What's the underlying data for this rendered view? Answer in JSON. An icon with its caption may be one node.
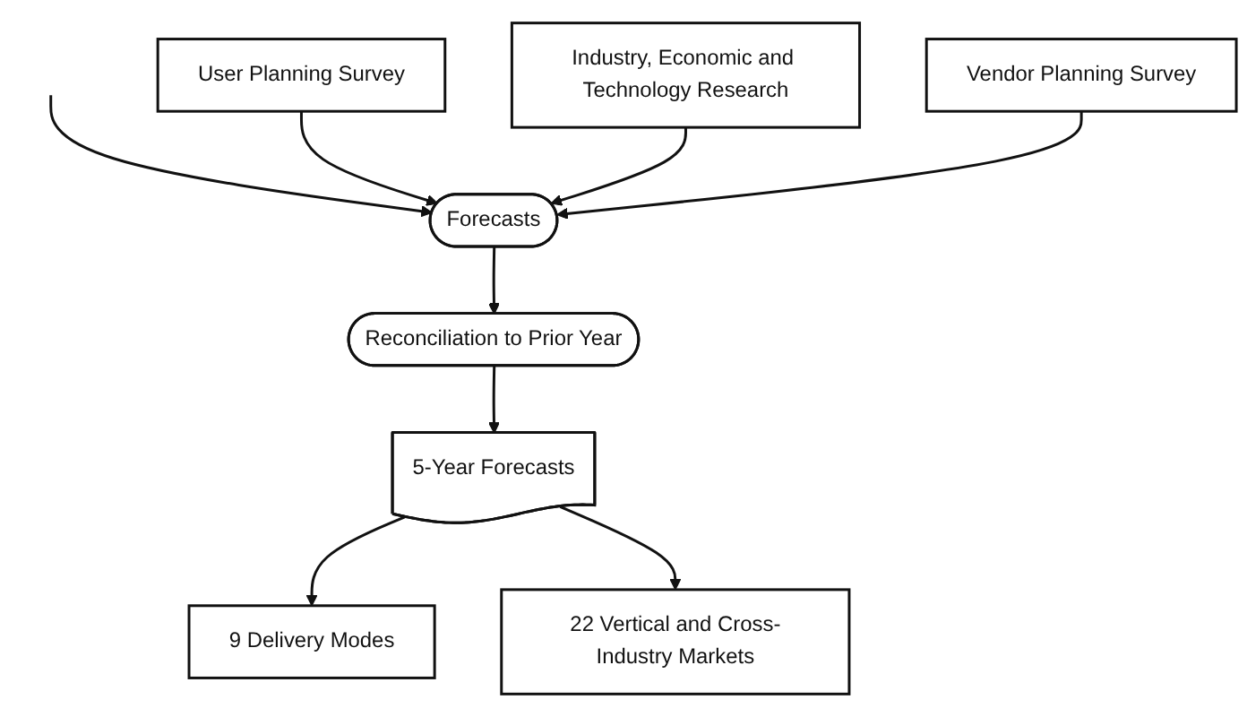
{
  "diagram": {
    "nodes": [
      {
        "text": [
          "User Planning Survey"
        ]
      },
      {
        "text": [
          "Forecasts"
        ]
      },
      {
        "text": [
          "Industry, Economic and Technology Research"
        ]
      },
      {
        "text": [
          "Vendor Planning Survey"
        ]
      },
      {
        "text": [
          "Reconciliation to Prior Year"
        ]
      },
      {
        "text": [
          "9 Delivery Modes"
        ]
      },
      {
        "text": [
          "5-Year Forecasts"
        ]
      },
      {
        "text": [
          "22 Vertical and Cross-Industry Markets"
        ]
      }
    ],
    "edges": [
      {
        "from": null,
        "to": 1,
        "arrow": "to"
      },
      {
        "from": 0,
        "to": 1,
        "arrow": "to"
      },
      {
        "from": 2,
        "to": 1,
        "arrow": "to"
      },
      {
        "from": 3,
        "to": 1,
        "arrow": "to"
      },
      {
        "from": 1,
        "to": 4,
        "arrow": "to"
      },
      {
        "from": 4,
        "to": 6,
        "arrow": "to"
      },
      {
        "from": 6,
        "to": 5,
        "arrow": "to"
      },
      {
        "from": 6,
        "to": 7,
        "arrow": "to"
      }
    ]
  }
}
